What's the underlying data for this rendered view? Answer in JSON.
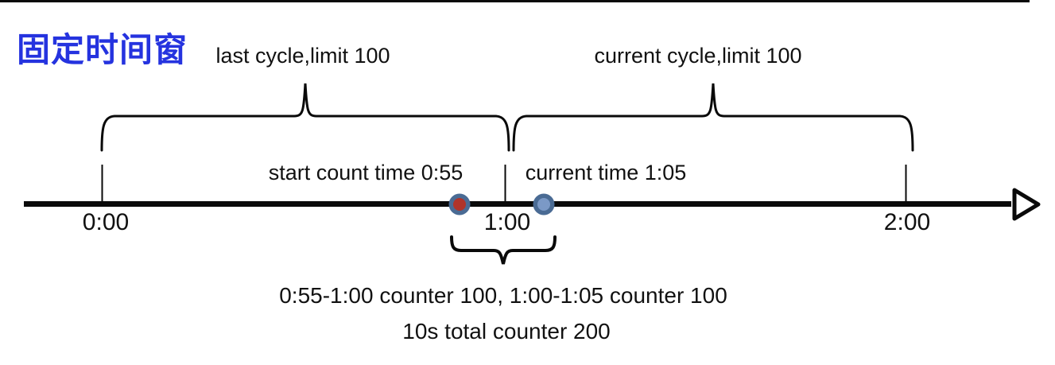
{
  "title": "固定时间窗",
  "colors": {
    "title_blue": "#2533df",
    "stroke_black": "#0a0a0a",
    "dot_ring": "#4a6b94",
    "dot_red_fill": "#b0342a",
    "dot_blue_fill": "#7b99c6",
    "arrow_fill": "#ffffff"
  },
  "cycles": {
    "last_label": "last cycle,limit 100",
    "current_label": "current cycle,limit 100"
  },
  "markers": {
    "start_count_label": "start count time 0:55",
    "current_time_label": "current time 1:05"
  },
  "timeline": {
    "ticks": [
      {
        "label": "0:00"
      },
      {
        "label": "1:00"
      },
      {
        "label": "2:00"
      }
    ]
  },
  "summary": {
    "line1": "0:55-1:00 counter 100, 1:00-1:05 counter 100",
    "line2": "10s total counter 200"
  }
}
